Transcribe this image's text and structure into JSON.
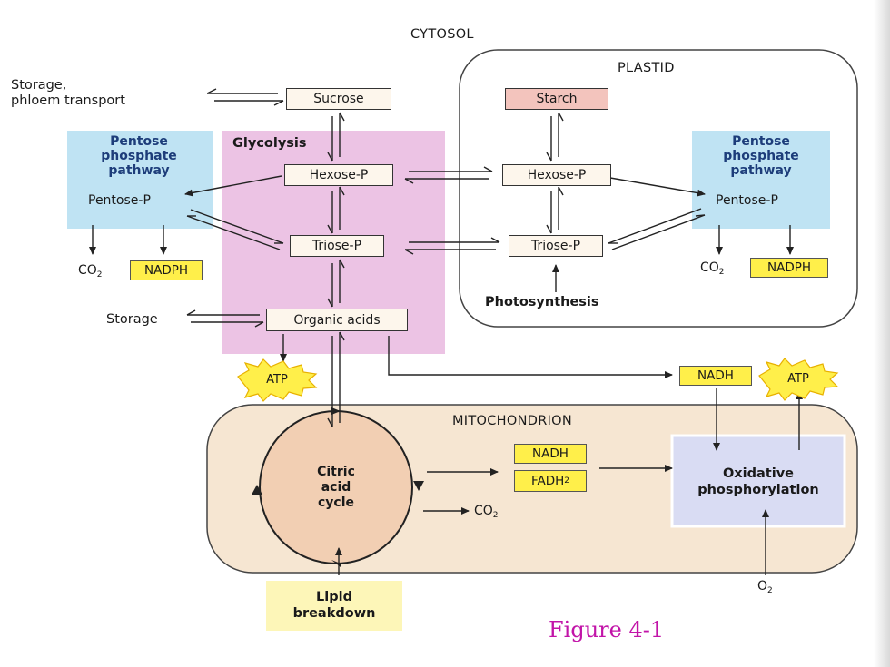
{
  "regions": {
    "cytosol": "CYTOSOL",
    "plastid": "PLASTID",
    "mitochondrion": "MITOCHONDRION"
  },
  "left": {
    "storage_phloem_line1": "Storage,",
    "storage_phloem_line2": "phloem transport",
    "pentose_title": [
      "Pentose",
      "phosphate",
      "pathway"
    ],
    "pentose_p": "Pentose-P",
    "co2": "CO",
    "nadph": "NADPH",
    "storage": "Storage"
  },
  "glycolysis": {
    "title": "Glycolysis",
    "sucrose": "Sucrose",
    "hexose_p": "Hexose-P",
    "triose_p": "Triose-P",
    "organic_acids": "Organic acids",
    "atp": "ATP"
  },
  "plastid": {
    "starch": "Starch",
    "hexose_p": "Hexose-P",
    "triose_p": "Triose-P",
    "photosynthesis": "Photosynthesis",
    "pentose_title": [
      "Pentose",
      "phosphate",
      "pathway"
    ],
    "pentose_p": "Pentose-P",
    "co2": "CO",
    "nadph": "NADPH"
  },
  "mito_top": {
    "nadh": "NADH",
    "atp": "ATP"
  },
  "mitochondrion": {
    "cycle_label": [
      "Citric",
      "acid",
      "cycle"
    ],
    "nadh": "NADH",
    "fadh2": "FADH",
    "co2": "CO",
    "oxphos": [
      "Oxidative",
      "phosphorylation"
    ],
    "o2": "O"
  },
  "lipid": [
    "Lipid",
    "breakdown"
  ],
  "caption": "Figure 4-1",
  "colors": {
    "glycolysis_panel": "#ecc3e4",
    "pentose_panel": "#bfe3f3",
    "mitochondrion_fill": "#f6e6d2",
    "cycle_fill": "#f2cfb3",
    "oxphos_fill": "#d9dcf3",
    "lipid_fill": "#fdf6b8",
    "yellow_box": "#ffef4a",
    "starch_fill": "#f3c4bd",
    "caption": "#c214a8"
  }
}
